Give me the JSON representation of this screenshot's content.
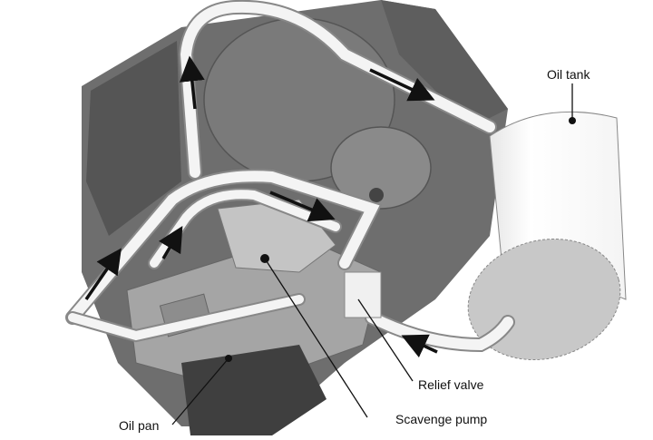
{
  "diagram": {
    "type": "engine dry-sump lubrication schematic",
    "labels": {
      "oil_tank": "Oil tank",
      "relief_valve": "Relief valve",
      "scavenge_pump": "Scavenge pump",
      "oil_pan": "Oil pan"
    },
    "colors": {
      "engine_body": "#6e6e6e",
      "engine_dark": "#4a4a4a",
      "engine_light": "#9a9a9a",
      "pipe": "#f2f2f2",
      "tank": "#ffffff",
      "tank_end": "#c8c8c8",
      "arrow": "#111111",
      "leader": "#111111"
    },
    "flow_arrows": [
      {
        "location": "top-left vertical pipe",
        "direction": "up"
      },
      {
        "location": "top pipe to oil tank",
        "direction": "down-right"
      },
      {
        "location": "left outer pipe",
        "direction": "up-right"
      },
      {
        "location": "left inner pipe",
        "direction": "up-right"
      },
      {
        "location": "upper inner pipe",
        "direction": "right"
      },
      {
        "location": "return pipe from oil tank",
        "direction": "left"
      }
    ]
  }
}
